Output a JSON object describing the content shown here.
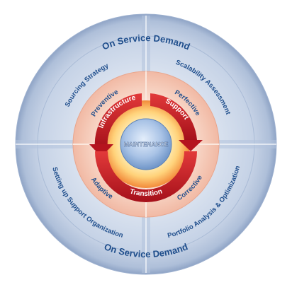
{
  "center_label": "MAINTENANCE",
  "outer_ring": {
    "top_label": "On Service Demand",
    "bottom_label": "On Service Demand"
  },
  "quadrant_outer": {
    "top_left": "Sourcing Strategy",
    "top_right": "Scalability Assessment",
    "bottom_left": "Setting up Support Organization",
    "bottom_right": "Portfolio Analysis & Optimization"
  },
  "quadrant_inner": {
    "top_left": "Preventive",
    "top_right": "Perfective",
    "bottom_left": "Adaptive",
    "bottom_right": "Corrective"
  },
  "arc_labels": {
    "infrastructure": "Infrastructure",
    "support": "Support",
    "transition": "Transition"
  },
  "colors": {
    "outer_ring": "#b9c7dd",
    "quadrant_blue": "#c9d6e8",
    "peach_ring": "#f4c6b6",
    "red_arc": "#d0202a",
    "center_blue": "#a9c3e6",
    "text_blue": "#1f4e8c"
  }
}
